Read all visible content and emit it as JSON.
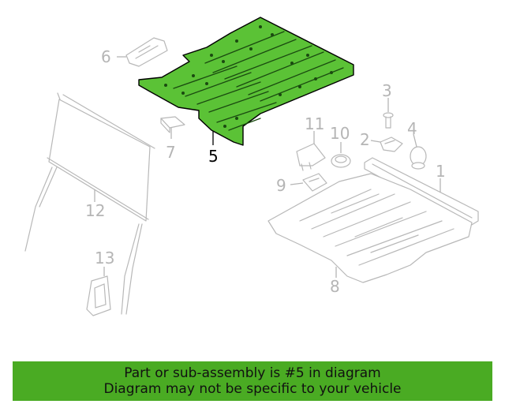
{
  "diagram": {
    "callouts": [
      "1",
      "2",
      "3",
      "4",
      "5",
      "6",
      "7",
      "8",
      "9",
      "10",
      "11",
      "12",
      "13"
    ],
    "highlighted_part": "5",
    "colors": {
      "highlight_fill": "#5bc236",
      "ghost_stroke": "#b8b8b8",
      "footer_bg": "#4aab23"
    }
  },
  "footer": {
    "line1": "Part or sub-assembly is #5 in diagram",
    "line2": "Diagram may not be specific to your vehicle"
  }
}
